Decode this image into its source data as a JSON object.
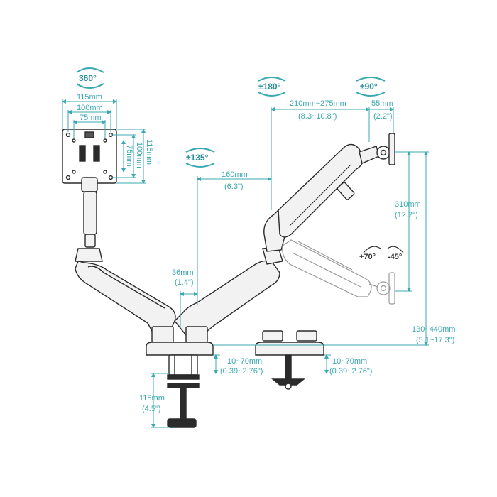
{
  "rotation_labels": {
    "swivel_360": "360°",
    "rotate_180": "±180°",
    "rotate_135": "±135°",
    "tilt_90": "±90°",
    "tilt_up": "+70°",
    "tilt_down": "-45°"
  },
  "dimensions": {
    "vesa_width_115": "115mm",
    "vesa_width_100": "100mm",
    "vesa_width_75": "75mm",
    "vesa_height_115": "115mm",
    "vesa_height_100": "100mm",
    "vesa_height_75": "75mm",
    "arm_reach_mm": "210mm~275mm",
    "arm_reach_in": "(8.3~10.8\")",
    "head_depth_mm": "55mm",
    "head_depth_in": "(2.2\")",
    "arm_length_mm": "160mm",
    "arm_length_in": "(6.3\")",
    "vertical_travel_mm": "310mm",
    "vertical_travel_in": "(12.2\")",
    "pole_gap_mm": "36mm",
    "pole_gap_in": "(1.4\")",
    "height_range_mm": "130~440mm",
    "height_range_in": "(5.1~17.3\")",
    "clamp_range1_mm": "10~70mm",
    "clamp_range1_in": "(0.39~2.76\")",
    "clamp_range2_mm": "10~70mm",
    "clamp_range2_in": "(0.39~2.76\")",
    "clamp_depth_mm": "115mm",
    "clamp_depth_in": "(4.5\")"
  },
  "colors": {
    "dimension_line": "#3aa8b0",
    "outline": "#2b2b2b",
    "ghost": "#9a9a9a",
    "arm_fill": "#f2f2f2"
  }
}
